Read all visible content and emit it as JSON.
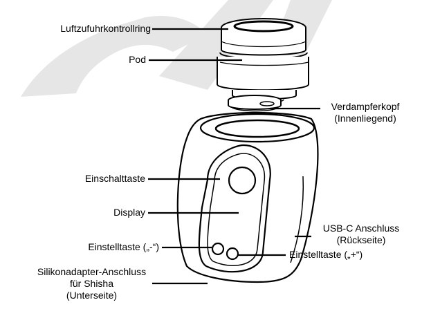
{
  "labels": {
    "air_ring": "Luftzufuhrkontrollring",
    "pod": "Pod",
    "vaporizer_line1": "Verdampferkopf",
    "vaporizer_line2": "(Innenliegend)",
    "power_button": "Einschalttaste",
    "display": "Display",
    "usb_line1": "USB-C Anschluss",
    "usb_line2": "(Rückseite)",
    "adjust_minus": "Einstelltaste („-“)",
    "adjust_plus": "Einstelltaste („+“)",
    "adapter_line1": "Silikonadapter-Anschluss",
    "adapter_line2": "für Shisha",
    "adapter_line3": "(Unterseite)"
  },
  "colors": {
    "outline": "#000000",
    "watermark": "#e6e6e6",
    "body_fill": "#ffffff"
  }
}
